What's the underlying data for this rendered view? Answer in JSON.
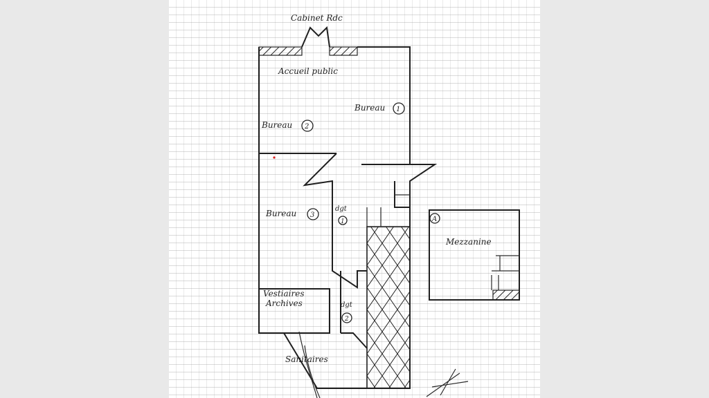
{
  "plan": {
    "title": "Cabinet Rdc",
    "rooms": {
      "accueil": "Accueil public",
      "bureau1": "Bureau",
      "bureau1_num": "1",
      "bureau2": "Bureau",
      "bureau2_num": "2",
      "bureau3": "Bureau",
      "bureau3_num": "3",
      "dgt1": "dgt",
      "dgt1_num": "1",
      "vestiaires": "Vestiaires",
      "archives": "Archives",
      "dgt2": "dgt",
      "dgt2_num": "2",
      "sanitaires": "Sanitaires",
      "mezzanine": "Mezzanine",
      "mezz_marker": "A"
    }
  },
  "colors": {
    "ink": "#1f1f1f",
    "paper": "#ffffff",
    "background": "#e9e9e9"
  }
}
